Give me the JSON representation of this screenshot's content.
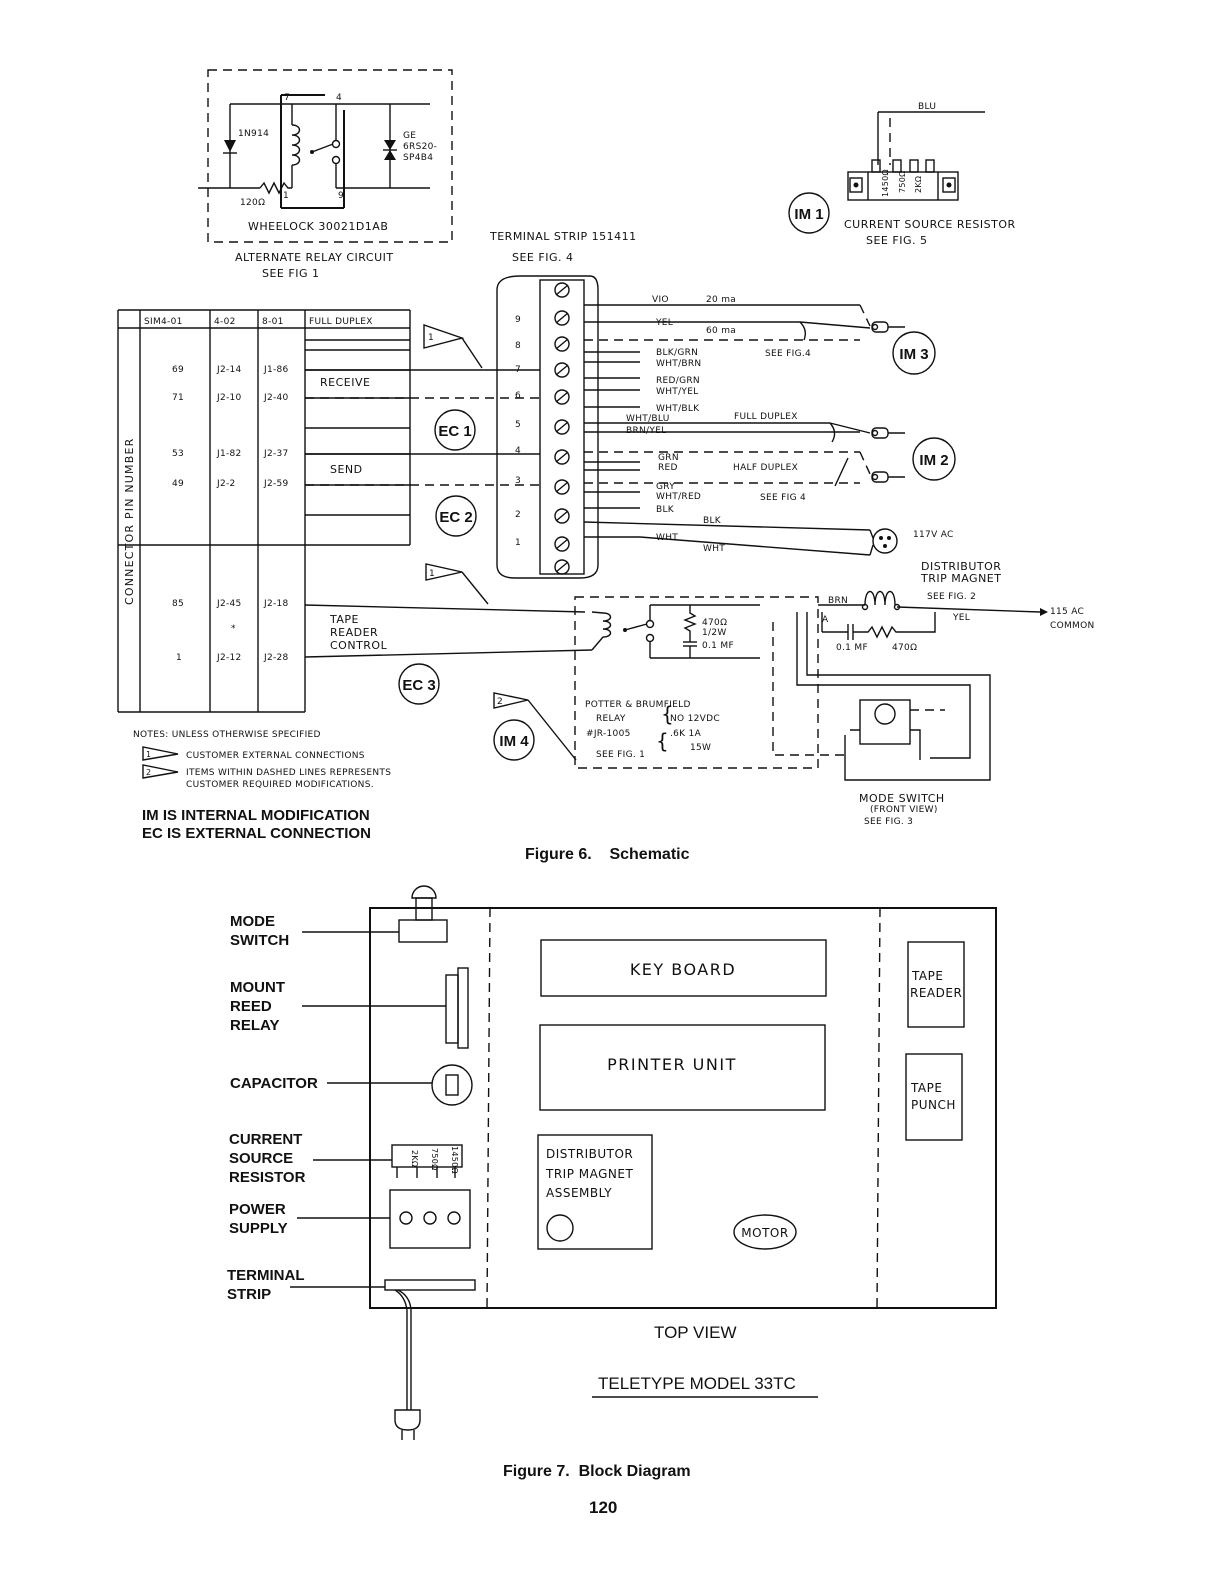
{
  "figure6": {
    "caption": "Figure 6.    Schematic",
    "alt_relay": {
      "title": "ALTERNATE RELAY CIRCUIT",
      "see": "SEE FIG 1",
      "relay_name": "WHEELOCK 30021D1AB",
      "diode": "1N914",
      "resistor": "120Ω",
      "suppressor": [
        "GE",
        "6RS20-",
        "SP4B4"
      ],
      "pins": [
        "7",
        "4",
        "1",
        "9"
      ]
    },
    "im1": {
      "badge": "IM 1",
      "wire": "BLU",
      "title": "CURRENT SOURCE RESISTOR",
      "see": "SEE FIG. 5",
      "resistors": [
        "1450Ω",
        "750Ω",
        "2KΩ"
      ]
    },
    "terminal_strip": {
      "title": "TERMINAL STRIP 151411",
      "see": "SEE FIG. 4",
      "numbers": [
        "9",
        "8",
        "7",
        "6",
        "5",
        "4",
        "3",
        "2",
        "1"
      ]
    },
    "pin_table": {
      "side_label": "CONNECTOR PIN NUMBER",
      "headers": [
        "SIM4-01",
        "4-02",
        "8-01",
        "FULL DUPLEX"
      ],
      "rows": [
        [
          "69",
          "J2-14",
          "J1-86"
        ],
        [
          "71",
          "J2-10",
          "J2-40"
        ],
        [
          "53",
          "J1-82",
          "J2-37"
        ],
        [
          "49",
          "J2-2",
          "J2-59"
        ],
        [
          "85",
          "J2-45",
          "J2-18"
        ],
        [
          "*",
          "",
          ""
        ],
        [
          "1",
          "J2-12",
          "J2-28"
        ]
      ],
      "receive": "RECEIVE",
      "send": "SEND",
      "tape_reader_control": [
        "TAPE",
        "READER",
        "CONTROL"
      ]
    },
    "badges": {
      "ec1": "EC 1",
      "ec2": "EC 2",
      "ec3": "EC 3",
      "im2": "IM 2",
      "im3": "IM 3",
      "im4": "IM 4"
    },
    "flags": {
      "one": "1",
      "two": "2"
    },
    "wires": {
      "vio": "VIO",
      "ma20": "20 ma",
      "yel": "YEL",
      "ma60": "60 ma",
      "blk_grn": "BLK/GRN",
      "wht_brn": "WHT/BRN",
      "see_fig4_a": "SEE FIG.4",
      "red_grn": "RED/GRN",
      "wht_yel": "WHT/YEL",
      "wht_blk": "WHT/BLK",
      "wht_blu": "WHT/BLU",
      "full_duplex": "FULL DUPLEX",
      "brn_yel": "BRN/YEL",
      "grn": "GRN",
      "red": "RED",
      "half_duplex": "HALF DUPLEX",
      "gry": "GRY",
      "wht_red": "WHT/RED",
      "see_fig4_b": "SEE FIG 4",
      "blk": "BLK",
      "blk2": "BLK",
      "wht": "WHT",
      "wht2": "WHT",
      "ac117": "117V AC"
    },
    "distributor": {
      "title": [
        "DISTRIBUTOR",
        "TRIP MAGNET"
      ],
      "see": "SEE FIG. 2",
      "brn": "BRN",
      "yel": "YEL",
      "a": "A",
      "common": [
        "115 AC",
        "COMMON"
      ],
      "cap": "0.1 MF",
      "res": "470Ω"
    },
    "reed_relay": {
      "r": [
        "470Ω",
        "1/2W"
      ],
      "c": "0.1 MF",
      "potter": [
        "POTTER & BRUMFIELD",
        "RELAY",
        "#JR-1005",
        "SEE FIG. 1"
      ],
      "specs": [
        "NO 12VDC",
        ".6K  1A",
        "15W"
      ]
    },
    "mode_switch": {
      "title": "MODE SWITCH",
      "sub": "(FRONT VIEW)",
      "see": "SEE FIG. 3"
    },
    "notes": {
      "title": "NOTES: UNLESS OTHERWISE SPECIFIED",
      "one": "CUSTOMER EXTERNAL CONNECTIONS",
      "two_a": "ITEMS WITHIN DASHED LINES REPRESENTS",
      "two_b": "CUSTOMER REQUIRED MODIFICATIONS."
    },
    "legend": {
      "im": "IM IS INTERNAL MODIFICATION",
      "ec": "EC IS EXTERNAL CONNECTION"
    }
  },
  "figure7": {
    "caption": "Figure 7.  Block Diagram",
    "labels": {
      "mode_switch": [
        "MODE",
        "SWITCH"
      ],
      "mount": [
        "MOUNT",
        "REED",
        "RELAY"
      ],
      "capacitor": "CAPACITOR",
      "current": [
        "CURRENT",
        "SOURCE",
        "RESISTOR"
      ],
      "power": [
        "POWER",
        "SUPPLY"
      ],
      "terminal": [
        "TERMINAL",
        "STRIP"
      ]
    },
    "boxes": {
      "keyboard": "KEY BOARD",
      "printer": "PRINTER UNIT",
      "distributor": [
        "DISTRIBUTOR",
        "TRIP MAGNET",
        "ASSEMBLY"
      ],
      "motor": "MOTOR",
      "tape_reader": [
        "TAPE",
        "READER"
      ],
      "tape_punch": [
        "TAPE",
        "PUNCH"
      ],
      "resistors": [
        "2KΩ",
        "750Ω",
        "1450Ω"
      ]
    },
    "top_view": "TOP VIEW",
    "model": "TELETYPE MODEL 33TC"
  },
  "page_number": "120"
}
